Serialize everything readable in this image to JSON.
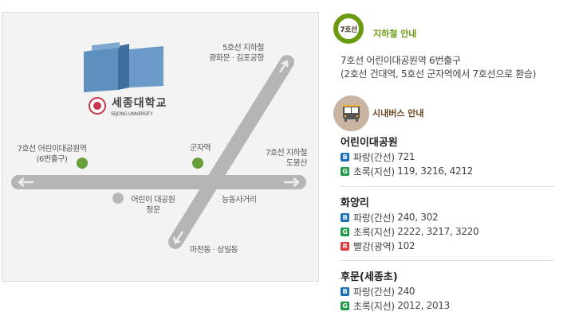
{
  "map": {
    "university_name": "세종대학교",
    "university_name_en": "SEJONG UNIVERSITY",
    "building_sign": "세종대학교",
    "labels": {
      "line5_top": "5호선 지하철",
      "line5_top_dest": "광화문 · 김포공항",
      "line7_left": "7호선 어린이대공원역",
      "line7_left_exit": "(6번출구)",
      "gunja": "군자역",
      "line7_right": "7호선 지하철",
      "line7_right_dest": "도봉산",
      "park_gate": "어린이 대공원",
      "park_gate2": "정문",
      "intersection": "능동사거리",
      "line5_bottom_dest": "마천동 · 상일동"
    },
    "colors": {
      "road": "#b5b5b5",
      "station": "#6a9e3a",
      "gate": "#b8b8b8"
    }
  },
  "subway": {
    "badge": "7호선",
    "title": "지하철 안내",
    "line1": "7호선 어린이대공원역 6번출구",
    "line2": "(2호선 건대역, 5호선 군자역에서 7호선으로 환승)",
    "color": "#6a9a10"
  },
  "bus": {
    "title": "시내버스 안내",
    "icon": "bus-icon",
    "stops": [
      {
        "name": "어린이대공원",
        "routes": [
          {
            "code": "B",
            "type": "파랑(간선)",
            "numbers": "721",
            "color": "#1a6fb8"
          },
          {
            "code": "G",
            "type": "초록(지선)",
            "numbers": "119, 3216, 4212",
            "color": "#1f9a48"
          }
        ]
      },
      {
        "name": "화양리",
        "routes": [
          {
            "code": "B",
            "type": "파랑(간선)",
            "numbers": "240, 302",
            "color": "#1a6fb8"
          },
          {
            "code": "G",
            "type": "초록(지선)",
            "numbers": "2222, 3217, 3220",
            "color": "#1f9a48"
          },
          {
            "code": "R",
            "type": "빨강(광역)",
            "numbers": "102",
            "color": "#e23a3a"
          }
        ]
      },
      {
        "name": "후문(세종초)",
        "routes": [
          {
            "code": "B",
            "type": "파랑(간선)",
            "numbers": "240",
            "color": "#1a6fb8"
          },
          {
            "code": "G",
            "type": "초록(지선)",
            "numbers": "2012, 2013",
            "color": "#1f9a48"
          }
        ]
      }
    ]
  }
}
